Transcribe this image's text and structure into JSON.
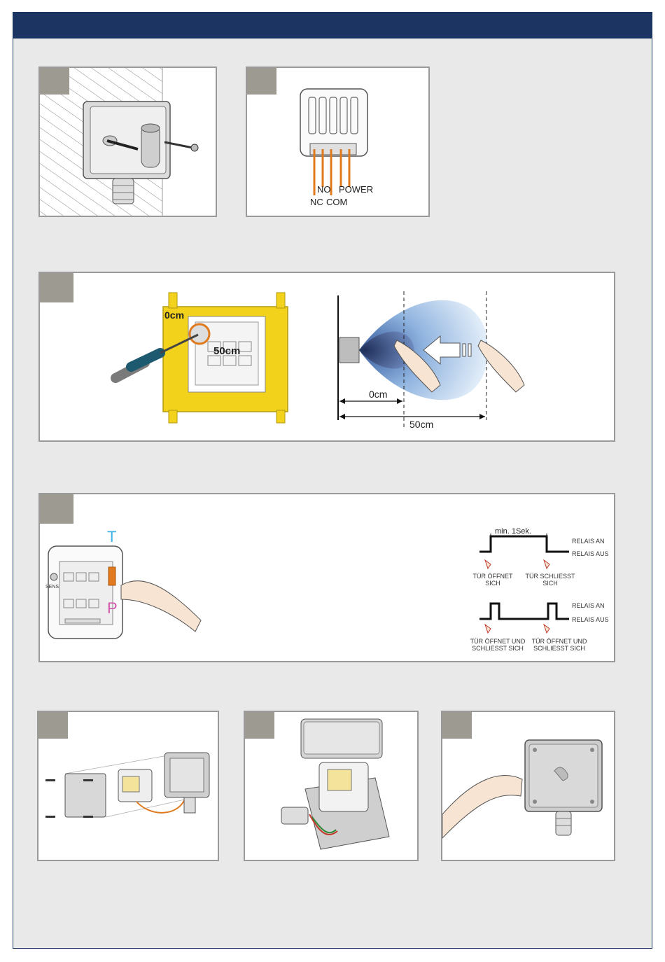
{
  "wiring": {
    "terminal_no": "NO",
    "terminal_power": "POWER",
    "terminal_nc": "NC",
    "terminal_com": "COM"
  },
  "range": {
    "adjust_label_min": "0cm",
    "adjust_label_max": "50cm",
    "distance_min": "0cm",
    "distance_max": "50cm"
  },
  "mode": {
    "letter_t": "T",
    "letter_p": "P",
    "sensor_label": "SENS",
    "min_time": "min. 1Sek.",
    "relay_on": "RELAIS AN",
    "relay_off": "RELAIS AUS",
    "door_opens": "TÜR ÖFFNET SICH",
    "door_closes": "TÜR SCHLIESST SICH",
    "door_open_close": "TÜR ÖFFNET UND SCHLIESST SICH"
  },
  "colors": {
    "header": "#1c3461",
    "accent_orange": "#e07a1f",
    "bracket_yellow": "#f2d21b",
    "letter_t": "#3fb3e6",
    "letter_p": "#d05aa8"
  }
}
